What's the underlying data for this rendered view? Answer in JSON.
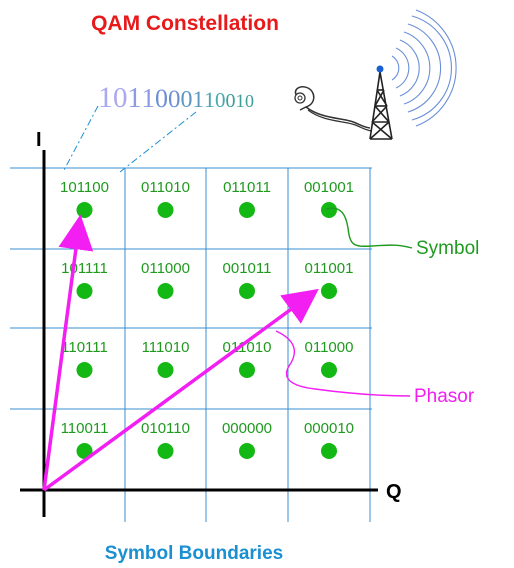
{
  "title": "QAM Constellation",
  "footer": "Symbol Boundaries",
  "axes": {
    "vertical": "I",
    "horizontal": "Q"
  },
  "bitstream": "1011000110010",
  "symbol_label": "Symbol",
  "phasor_label": "Phasor",
  "grid_codes": [
    [
      "101100",
      "011010",
      "011011",
      "001001"
    ],
    [
      "101111",
      "011000",
      "001011",
      "011001"
    ],
    [
      "110111",
      "111010",
      "011010",
      "011000"
    ],
    [
      "110011",
      "010110",
      "000000",
      "000010"
    ]
  ],
  "colors": {
    "title": "#e8191b",
    "footer": "#1a8fd1",
    "grid": "#3a8fd0",
    "symbol": "#14b814",
    "code": "#1f9a1f",
    "phasor": "#f21ef2",
    "bitstream": [
      "#a9a8f0",
      "#8e9ae6",
      "#6f8fd4",
      "#5a98c4",
      "#4aa7b0",
      "#3d9f96"
    ]
  }
}
